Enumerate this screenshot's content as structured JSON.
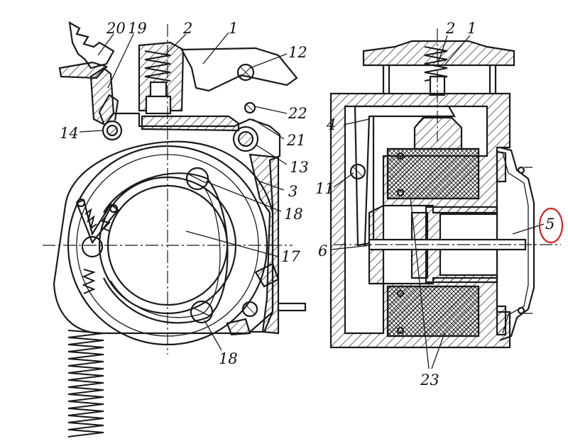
{
  "labels": {
    "l20": "20",
    "l19": "19",
    "l2a": "2",
    "l1a": "1",
    "l12": "12",
    "l22": "22",
    "l21": "21",
    "l14": "14",
    "l13": "13",
    "l3": "3",
    "l18a": "18",
    "l17": "17",
    "l18b": "18",
    "l2b": "2",
    "l1b": "1",
    "l4": "4",
    "l11": "11",
    "l6": "6",
    "l5": "5",
    "l23": "23"
  },
  "highlighted_label": "5",
  "colors": {
    "ink": "#1a1a1a",
    "highlight_circle": "#d22525",
    "background": "#ffffff"
  }
}
